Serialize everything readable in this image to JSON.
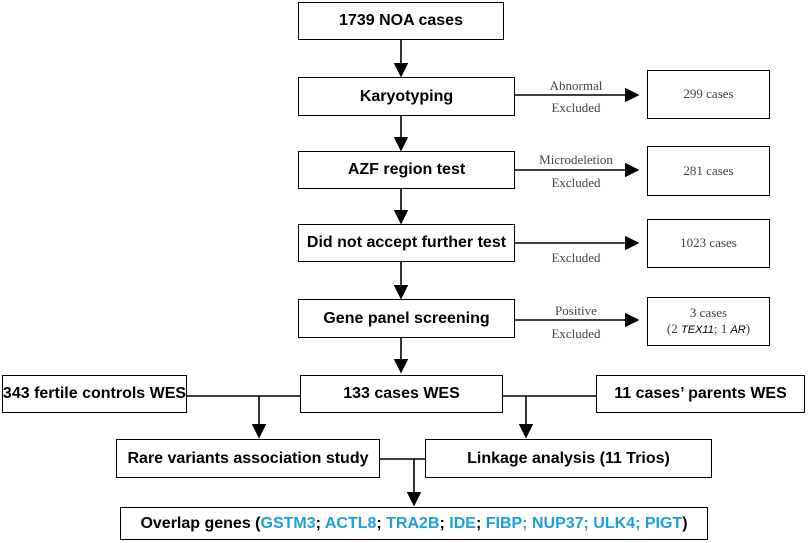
{
  "main_flow": {
    "start": "1739 NOA cases",
    "karyotyping": "Karyotyping",
    "azf": "AZF region test",
    "no_further": "Did not accept further test",
    "panel": "Gene panel screening",
    "wes": "133 cases WES"
  },
  "side": {
    "fertile": "343 fertile controls WES",
    "parents": "11 cases’ parents WES"
  },
  "analysis": {
    "rare": "Rare variants association study",
    "linkage": "Linkage analysis (11 Trios)"
  },
  "exclusions": {
    "abnormal": "Abnormal",
    "microdeletion": "Microdeletion",
    "positive": "Positive",
    "excluded": "Excluded",
    "c299": "299 cases",
    "c281": "281 cases",
    "c1023": "1023 cases",
    "c3": "3 cases",
    "c3_open": "(2 ",
    "c3_tex": "TEX11",
    "c3_mid": "; 1 ",
    "c3_ar": "AR",
    "c3_close": ")"
  },
  "overlap": {
    "prefix": "Overlap genes (",
    "g1": "GSTM3",
    "s1": "; ",
    "g2": "ACTL8",
    "s2": "; ",
    "g3": "TRA2B",
    "s3": "; ",
    "g4": "IDE",
    "s4": "; ",
    "g5": "FIBP; NUP37; ULK4; PIGT",
    "suffix": ")"
  },
  "colors": {
    "gene_blue": "#1a9fe0",
    "line": "#000000",
    "label_gray": "#444444"
  }
}
